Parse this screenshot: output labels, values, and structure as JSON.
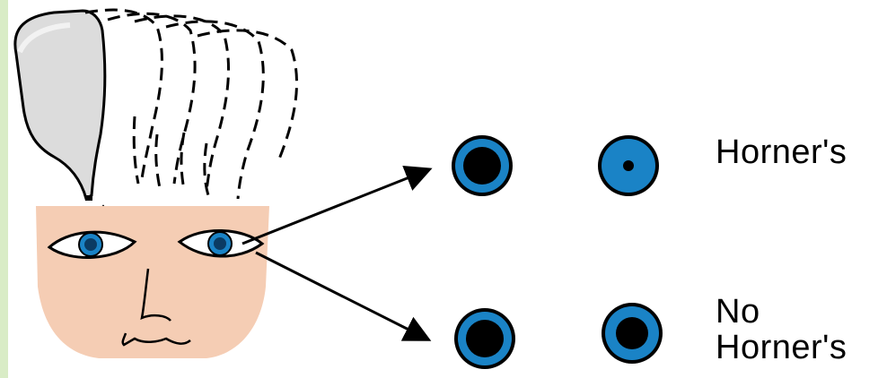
{
  "colors": {
    "left_bar": "#d9ecc6",
    "skin": "#f5cdb4",
    "iris": "#1a83c6",
    "pupil": "#000000",
    "bottle": "#dcdcdc",
    "outline": "#000000"
  },
  "labels": {
    "horner": "Horner's",
    "no_horner_line1": "No",
    "no_horner_line2": "Horner's"
  },
  "rows": [
    {
      "state": "dilated-before",
      "pupil_size": "large"
    },
    {
      "state": "horner-after",
      "pupil_size": "small"
    },
    {
      "state": "no-horner-before",
      "pupil_size": "large"
    },
    {
      "state": "no-horner-after",
      "pupil_size": "large"
    }
  ]
}
